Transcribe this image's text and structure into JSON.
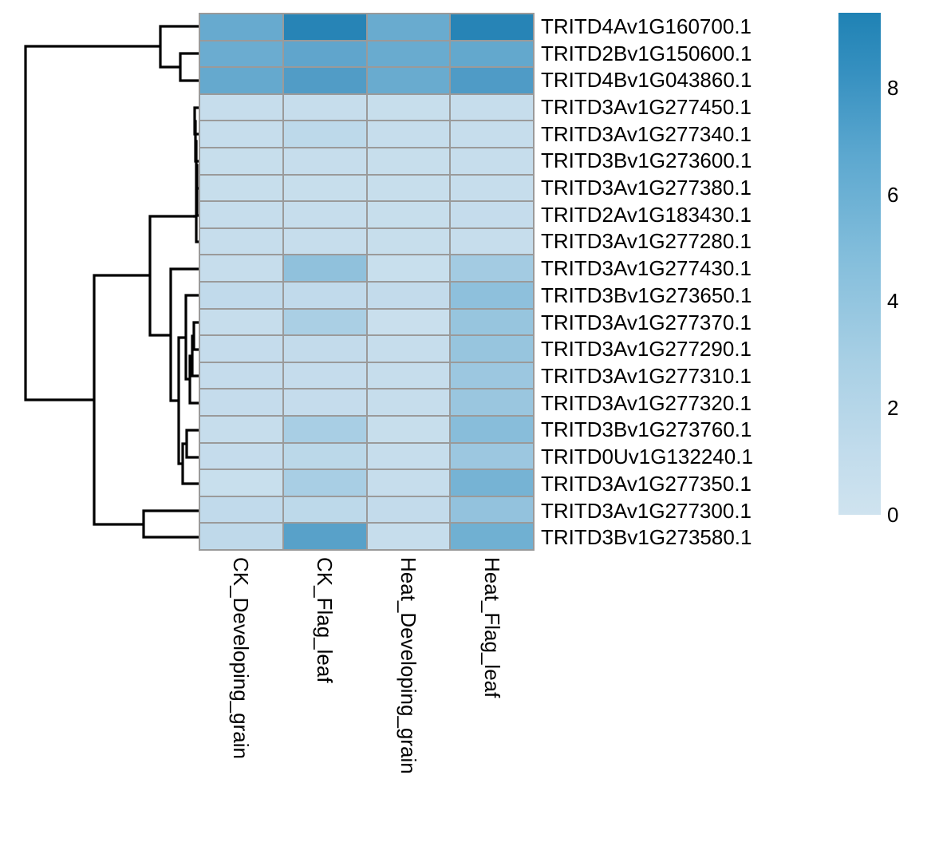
{
  "chart_data": {
    "type": "heatmap",
    "title": "",
    "xlabel": "",
    "ylabel": "",
    "grid": true,
    "colormap": {
      "low_color": "#cfe3ef",
      "high_color": "#1f82b4",
      "vmin": 0,
      "vmax": 9.4,
      "ticks": [
        0,
        2,
        4,
        6,
        8
      ],
      "position": "right"
    },
    "columns": [
      "CK_Developing_grain",
      "CK_Flag_leaf",
      "Heat_Developing_grain",
      "Heat_Flag_leaf"
    ],
    "rows": [
      "TRITD4Av1G160700.1",
      "TRITD2Bv1G150600.1",
      "TRITD4Bv1G043860.1",
      "TRITD3Av1G277450.1",
      "TRITD3Av1G277340.1",
      "TRITD3Bv1G273600.1",
      "TRITD3Av1G277380.1",
      "TRITD2Av1G183430.1",
      "TRITD3Av1G277280.1",
      "TRITD3Av1G277430.1",
      "TRITD3Bv1G273650.1",
      "TRITD3Av1G277370.1",
      "TRITD3Av1G277290.1",
      "TRITD3Av1G277310.1",
      "TRITD3Av1G277320.1",
      "TRITD3Bv1G273760.1",
      "TRITD0Uv1G132240.1",
      "TRITD3Av1G277350.1",
      "TRITD3Av1G277300.1",
      "TRITD3Bv1G273580.1"
    ],
    "values": [
      [
        5.5,
        8.9,
        5.4,
        8.9
      ],
      [
        5.3,
        5.9,
        5.4,
        5.7
      ],
      [
        5.6,
        6.7,
        5.4,
        6.8
      ],
      [
        0.9,
        0.9,
        0.8,
        0.9
      ],
      [
        0.9,
        1.4,
        0.9,
        0.9
      ],
      [
        0.8,
        0.9,
        0.8,
        0.9
      ],
      [
        0.8,
        0.8,
        0.8,
        0.9
      ],
      [
        0.9,
        0.9,
        0.8,
        1.0
      ],
      [
        0.9,
        0.9,
        0.8,
        0.9
      ],
      [
        0.9,
        3.4,
        0.7,
        2.6
      ],
      [
        1.2,
        1.2,
        1.1,
        3.5
      ],
      [
        0.9,
        2.3,
        0.6,
        3.1
      ],
      [
        1.0,
        1.1,
        0.9,
        3.1
      ],
      [
        1.0,
        1.0,
        0.9,
        2.9
      ],
      [
        1.0,
        1.0,
        0.9,
        3.0
      ],
      [
        0.9,
        2.4,
        0.8,
        3.8
      ],
      [
        1.0,
        1.5,
        0.9,
        2.9
      ],
      [
        0.7,
        2.4,
        0.9,
        4.7
      ],
      [
        1.2,
        1.4,
        1.1,
        3.3
      ],
      [
        1.3,
        6.3,
        0.9,
        5.0
      ]
    ],
    "row_dendrogram": {
      "present": true,
      "position": "left",
      "orientation": "horizontal"
    },
    "column_dendrogram": {
      "present": false
    }
  },
  "colorbar": {
    "tick_labels": [
      "8",
      "6",
      "4",
      "2",
      "0"
    ]
  },
  "axes": {
    "row_labels_position": "right",
    "column_labels_position": "bottom"
  }
}
